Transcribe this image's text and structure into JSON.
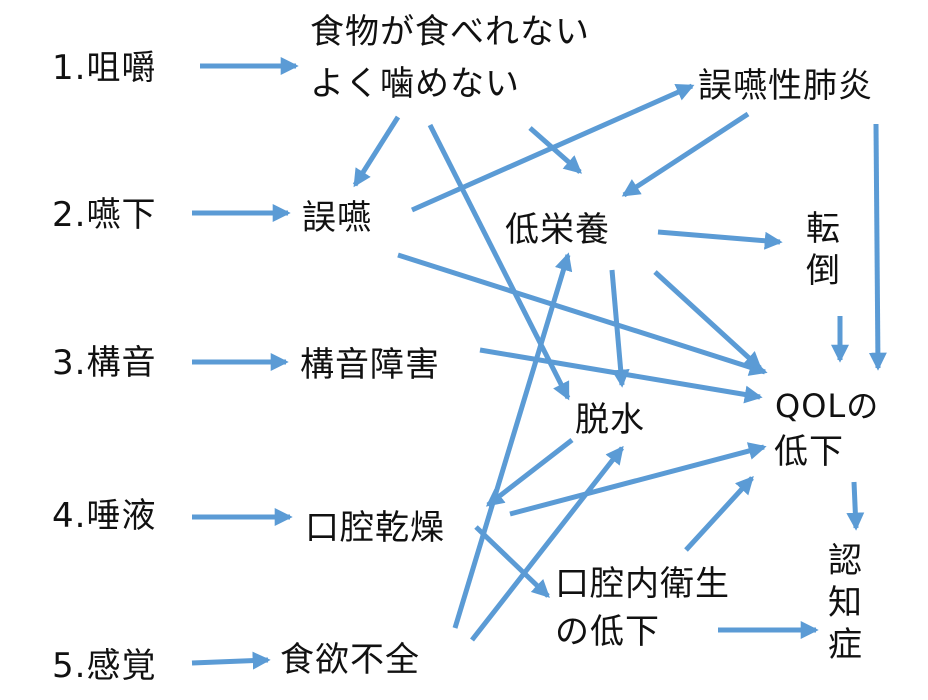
{
  "colors": {
    "arrow": "#5B9BD5",
    "text": "#111111",
    "background": "#ffffff"
  },
  "diagram": {
    "nodes": [
      {
        "id": "n1",
        "text": "1.咀嚼"
      },
      {
        "id": "n2",
        "text": "2.嚥下"
      },
      {
        "id": "n3",
        "text": "3.構音"
      },
      {
        "id": "n4",
        "text": "4.唾液"
      },
      {
        "id": "n5",
        "text": "5.感覚"
      },
      {
        "id": "eat1",
        "text": "食物が食べれない"
      },
      {
        "id": "eat2",
        "text": "よく噛めない"
      },
      {
        "id": "aspiration",
        "text": "誤嚥"
      },
      {
        "id": "pneumonia",
        "text": "誤嚥性肺炎"
      },
      {
        "id": "malnutrition",
        "text": "低栄養"
      },
      {
        "id": "fall1",
        "text": "転"
      },
      {
        "id": "fall2",
        "text": "倒"
      },
      {
        "id": "articulation",
        "text": "構音障害"
      },
      {
        "id": "dehydration",
        "text": "脱水"
      },
      {
        "id": "qol1",
        "text": "QOLの"
      },
      {
        "id": "qol2",
        "text": "低下"
      },
      {
        "id": "drymouth",
        "text": "口腔乾燥"
      },
      {
        "id": "hygiene1",
        "text": "口腔内衛生"
      },
      {
        "id": "hygiene2",
        "text": "の低下"
      },
      {
        "id": "dementia1",
        "text": "認"
      },
      {
        "id": "dementia2",
        "text": "知"
      },
      {
        "id": "dementia3",
        "text": "症"
      },
      {
        "id": "appetite",
        "text": "食欲不全"
      }
    ],
    "edges": [
      {
        "from": "n1",
        "to": "eat"
      },
      {
        "from": "n2",
        "to": "aspiration"
      },
      {
        "from": "n3",
        "to": "articulation"
      },
      {
        "from": "n4",
        "to": "drymouth"
      },
      {
        "from": "n5",
        "to": "appetite"
      },
      {
        "from": "eat",
        "to": "aspiration"
      },
      {
        "from": "eat",
        "to": "malnutrition"
      },
      {
        "from": "eat",
        "to": "dehydration"
      },
      {
        "from": "aspiration",
        "to": "pneumonia"
      },
      {
        "from": "aspiration",
        "to": "qol"
      },
      {
        "from": "pneumonia",
        "to": "malnutrition"
      },
      {
        "from": "pneumonia",
        "to": "qol"
      },
      {
        "from": "malnutrition",
        "to": "fall"
      },
      {
        "from": "malnutrition",
        "to": "dehydration"
      },
      {
        "from": "malnutrition",
        "to": "qol"
      },
      {
        "from": "fall",
        "to": "qol"
      },
      {
        "from": "articulation",
        "to": "qol"
      },
      {
        "from": "dehydration",
        "to": "drymouth"
      },
      {
        "from": "drymouth",
        "to": "qol"
      },
      {
        "from": "drymouth",
        "to": "hygiene"
      },
      {
        "from": "appetite",
        "to": "malnutrition"
      },
      {
        "from": "appetite",
        "to": "dehydration"
      },
      {
        "from": "hygiene",
        "to": "qol"
      },
      {
        "from": "hygiene",
        "to": "dementia"
      },
      {
        "from": "qol",
        "to": "dementia"
      }
    ]
  }
}
